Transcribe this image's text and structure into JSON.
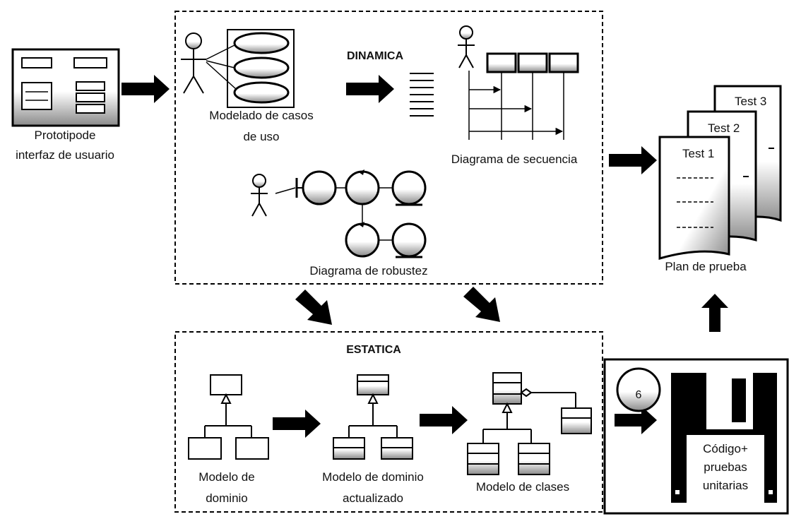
{
  "colors": {
    "ink": "#000000",
    "paper": "#ffffff",
    "shade": "#9a9a9a"
  },
  "labels": {
    "prototype_line1": "Prototipode",
    "prototype_line2": "interfaz de usuario",
    "usecase_line1": "Modelado de casos",
    "usecase_line2": "de uso",
    "dinamica": "DINAMICA",
    "sequence": "Diagrama de secuencia",
    "robustness": "Diagrama de robustez",
    "estatica": "ESTATICA",
    "domain_line1": "Modelo de",
    "domain_line2": "dominio",
    "updated_line1": "Modelo de dominio",
    "updated_line2": "actualizado",
    "classes": "Modelo de clases",
    "test1": "Test 1",
    "test2": "Test 2",
    "test3": "Test 3",
    "test_plan": "Plan de prueba",
    "disk_label_line1": "Código+",
    "disk_label_line2": "pruebas",
    "disk_label_line3": "unitarias",
    "disc_number": "6"
  }
}
